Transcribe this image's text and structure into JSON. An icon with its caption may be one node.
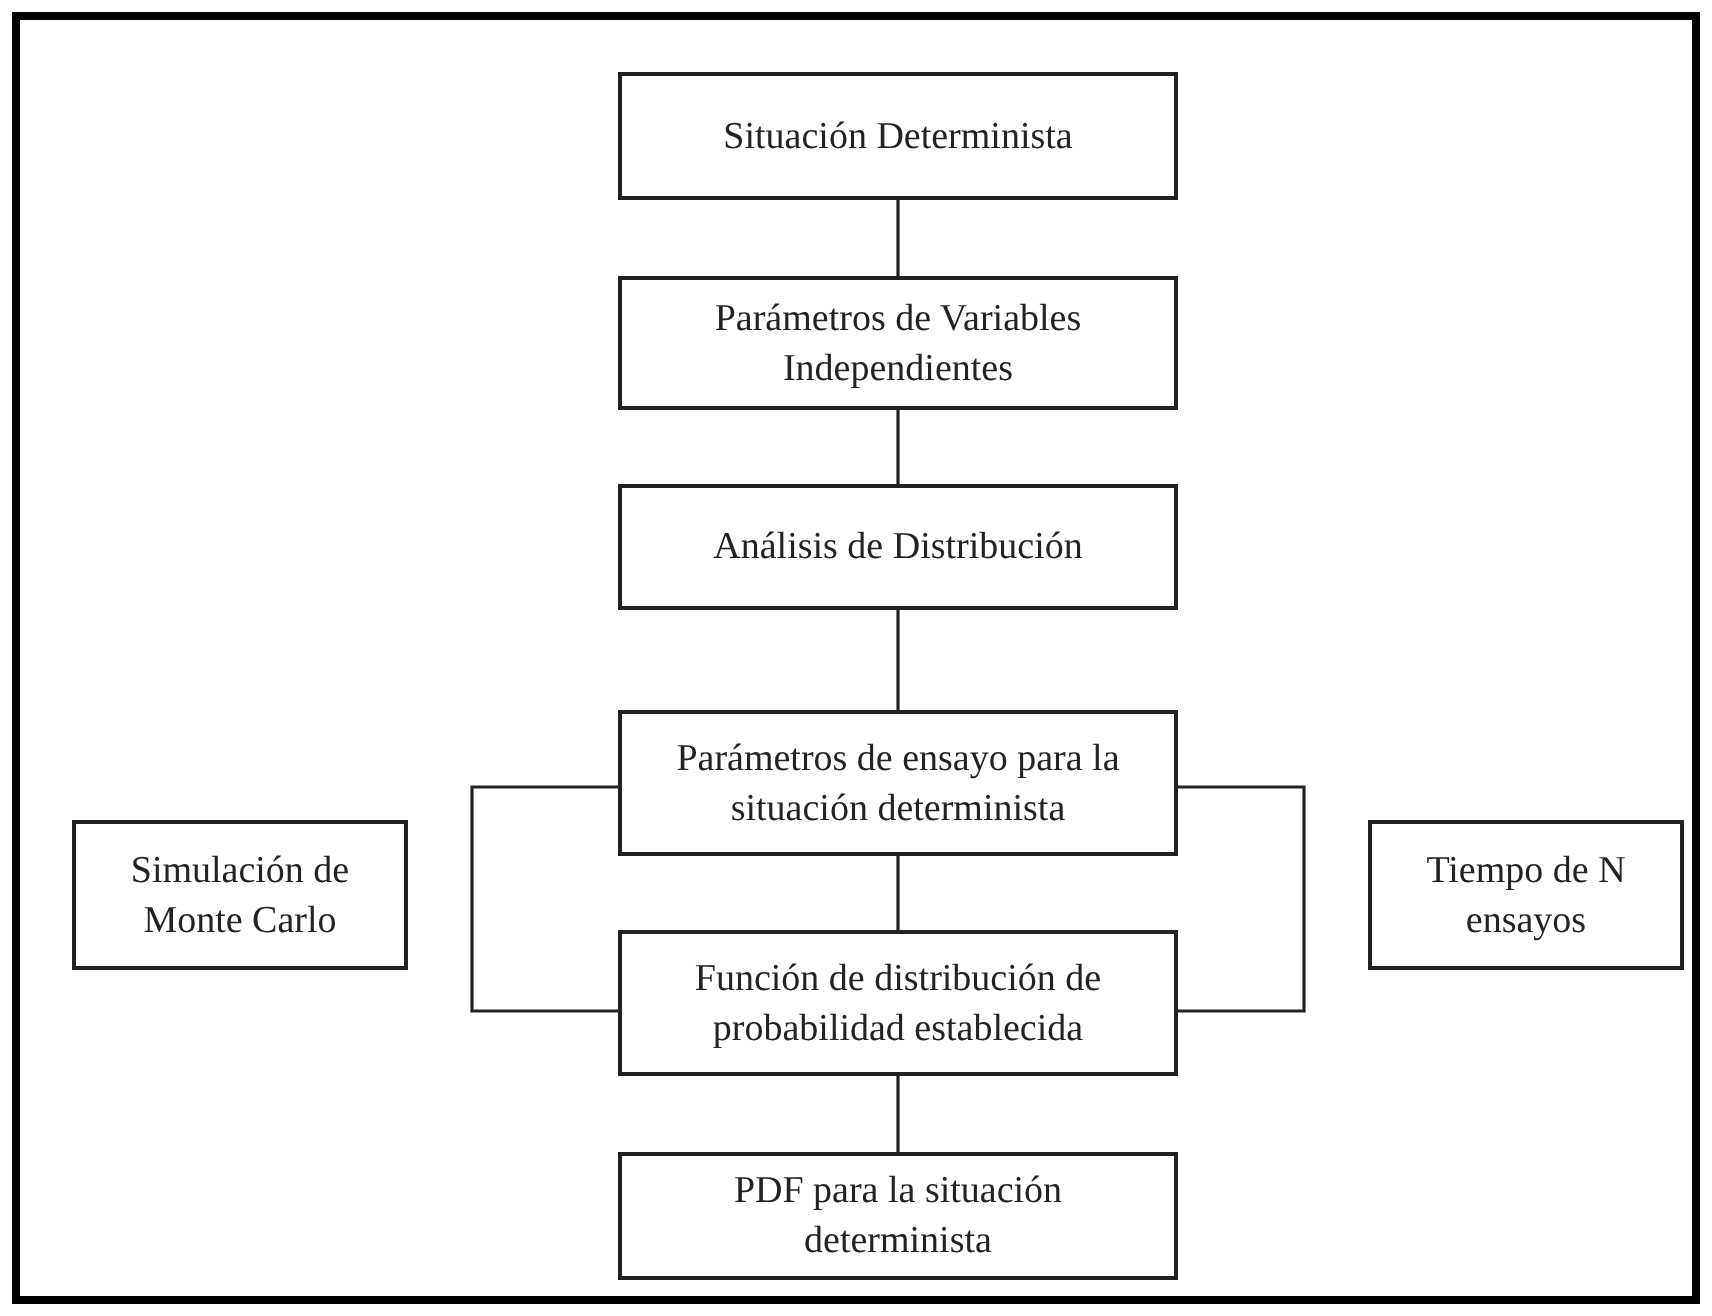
{
  "diagram": {
    "nodes": [
      {
        "text": [
          "Situación Determinista"
        ]
      },
      {
        "text": [
          "Parámetros de Variables Independientes"
        ]
      },
      {
        "text": [
          "Análisis de Distribución"
        ]
      },
      {
        "text": [
          "Parámetros de ensayo para la situación determinista"
        ]
      },
      {
        "text": [
          "Función de distribución de probabilidad establecida"
        ]
      },
      {
        "text": [
          "PDF para la situación determinista"
        ]
      },
      {
        "text": [
          "Simulación de Monte Carlo"
        ]
      },
      {
        "text": [
          "Tiempo de N ensayos"
        ]
      }
    ],
    "edges": [
      {
        "from": 0,
        "to": 1,
        "arrow": "none"
      },
      {
        "from": 1,
        "to": 2,
        "arrow": "none"
      },
      {
        "from": 2,
        "to": 3,
        "arrow": "none"
      },
      {
        "from": 3,
        "to": 4,
        "arrow": "none"
      },
      {
        "from": 3,
        "to": 4,
        "arrow": "none"
      },
      {
        "from": 3,
        "to": 4,
        "arrow": "none"
      },
      {
        "from": 4,
        "to": 5,
        "arrow": "none"
      }
    ]
  }
}
